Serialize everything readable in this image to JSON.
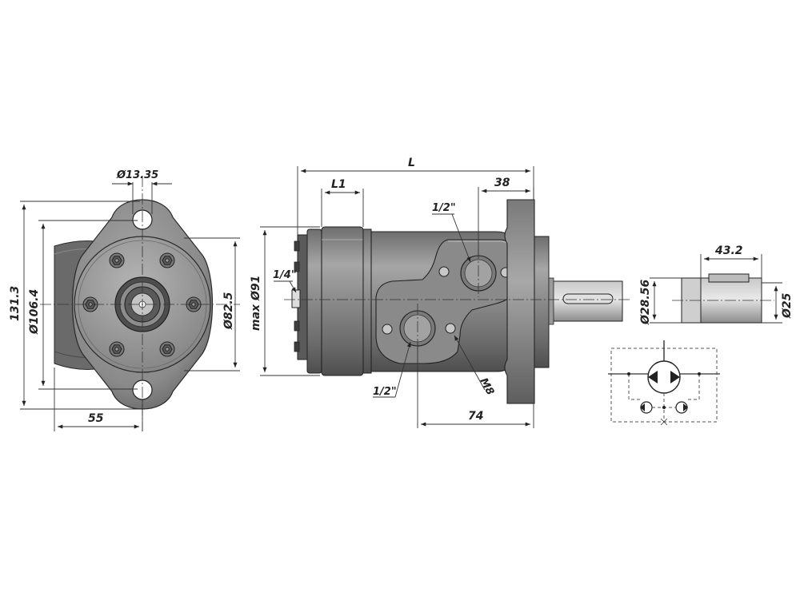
{
  "drawing": {
    "front_view": {
      "labels": {
        "bolt_hole": "Ø13.35",
        "height_overall": "131.3",
        "bolt_circle": "Ø106.4",
        "pilot": "Ø82.5",
        "half_width": "55"
      }
    },
    "side_view": {
      "labels": {
        "length": "L",
        "l1": "L1",
        "shaft_offset": "38",
        "port_a": "1/2\"",
        "port_b": "1/2\"",
        "drain": "1/4\"",
        "max_dia": "max Ø91",
        "thread": "M8",
        "port_dist": "74"
      }
    },
    "shaft_view": {
      "labels": {
        "key_length": "43.2",
        "key_height": "Ø28.56",
        "shaft_dia": "Ø25"
      }
    },
    "colors": {
      "body_dark": "#5a5a5a",
      "body_mid": "#8a8a8a",
      "body_light": "#b8b8b8",
      "line": "#333333"
    }
  }
}
